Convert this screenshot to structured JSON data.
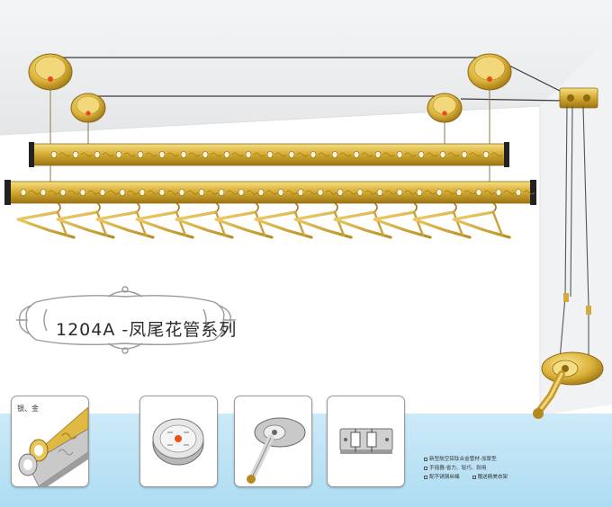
{
  "title": "1204A -凤尾花管系列",
  "colors": {
    "gold": "#d9b13a",
    "gold_light": "#f3dc7d",
    "gold_dark": "#a07a16",
    "floor_blue": "#bfe4f6",
    "wall_top": "#eef0f2"
  },
  "thumbnails": [
    {
      "label": "银、金",
      "icon": "tube-profile-icon"
    },
    {
      "label": "",
      "icon": "pulley-wheel-icon"
    },
    {
      "label": "",
      "icon": "hand-crank-icon"
    },
    {
      "label": "",
      "icon": "wall-bracket-icon"
    }
  ],
  "features": [
    [
      "新型航空铝钛合金管材-加厚型"
    ],
    [
      "手摇器-省力、轻巧、耐用"
    ],
    [
      "配不锈钢丝绳",
      "赠送精美衣架"
    ]
  ]
}
